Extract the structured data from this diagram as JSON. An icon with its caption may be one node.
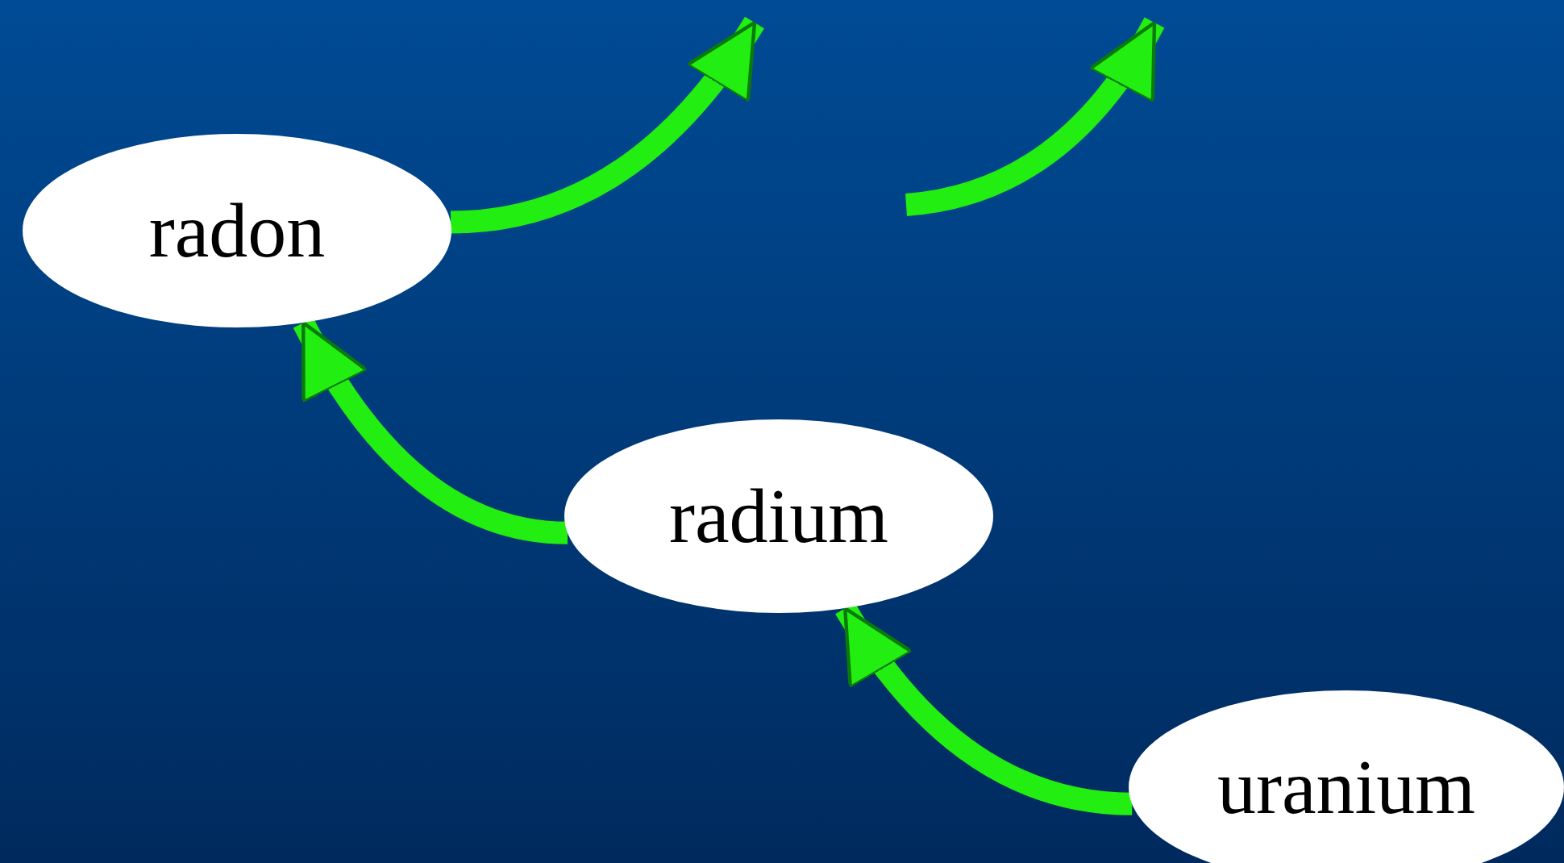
{
  "diagram": {
    "nodes": [
      {
        "text": [
          "radon"
        ]
      },
      {
        "text": [
          "radium"
        ]
      },
      {
        "text": [
          "uranium"
        ]
      }
    ],
    "edges": [
      {
        "from": 2,
        "to": 1,
        "arrow": "to"
      },
      {
        "from": 1,
        "to": 0,
        "arrow": "to"
      },
      {
        "from": 0,
        "to": null,
        "arrow": "to"
      }
    ]
  }
}
